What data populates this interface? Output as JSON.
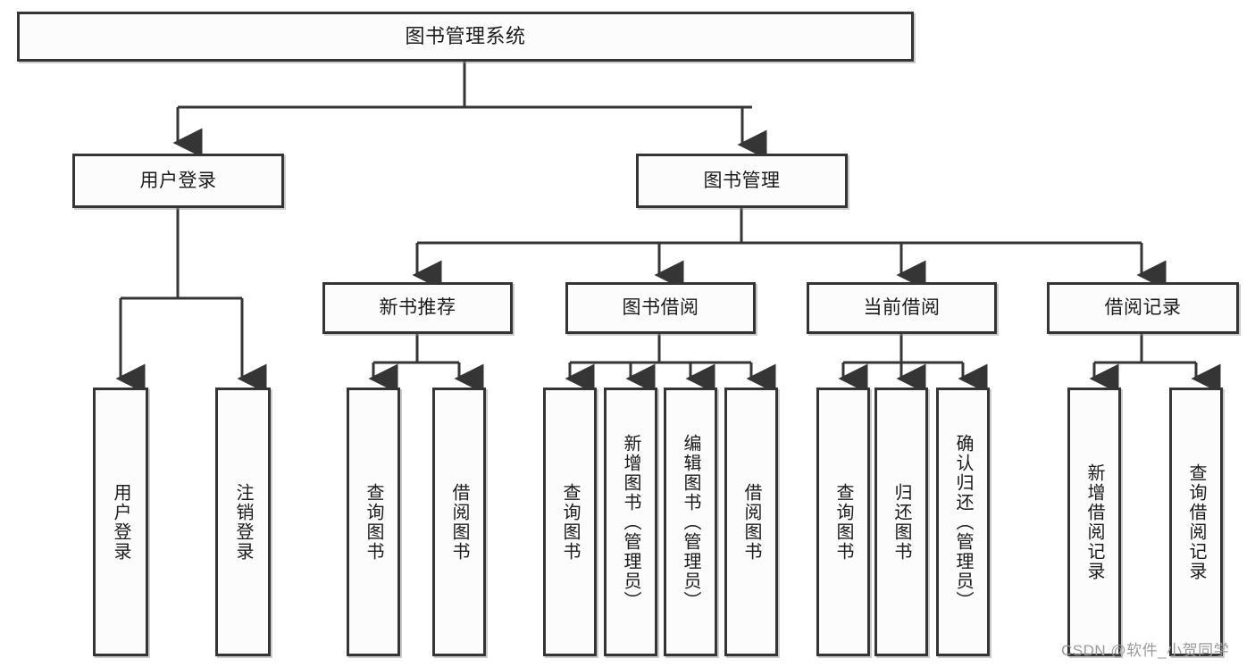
{
  "diagram": {
    "title": "图书管理系统",
    "type": "tree",
    "watermark": "CSDN @软件_小贺同学",
    "colors": {
      "border": "#353535",
      "fill": "#fcfcfc",
      "line": "#353535",
      "background": "#ffffff",
      "watermark": "#9a9a9a"
    },
    "root": {
      "label": "图书管理系统"
    },
    "level1": [
      {
        "label": "用户登录"
      },
      {
        "label": "图书管理"
      }
    ],
    "level2": [
      {
        "label": "新书推荐"
      },
      {
        "label": "图书借阅"
      },
      {
        "label": "当前借阅"
      },
      {
        "label": "借阅记录"
      }
    ],
    "leaves": {
      "user_login": [
        {
          "label": "用户登录"
        },
        {
          "label": "注销登录"
        }
      ],
      "new_book_recommend": [
        {
          "label": "查询图书"
        },
        {
          "label": "借阅图书"
        }
      ],
      "book_borrow": [
        {
          "label": "查询图书"
        },
        {
          "label": "新增图书（管理员）"
        },
        {
          "label": "编辑图书（管理员）"
        },
        {
          "label": "借阅图书"
        }
      ],
      "current_borrow": [
        {
          "label": "查询图书"
        },
        {
          "label": "归还图书"
        },
        {
          "label": "确认归还（管理员）"
        }
      ],
      "borrow_record": [
        {
          "label": "新增借阅记录"
        },
        {
          "label": "查询借阅记录"
        }
      ]
    }
  }
}
